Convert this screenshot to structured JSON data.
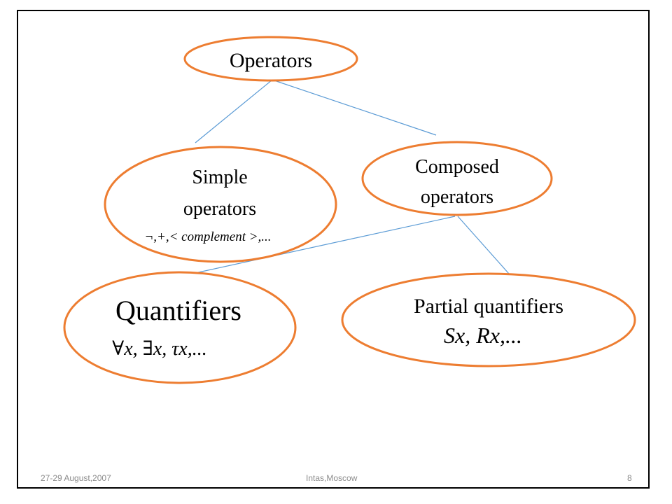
{
  "nodes": {
    "operators": {
      "label": "Operators"
    },
    "simple": {
      "line1": "Simple",
      "line2": "operators",
      "formula": "¬,+,< complement >,..."
    },
    "composed": {
      "line1": "Composed",
      "line2": "operators"
    },
    "quantifiers": {
      "label": "Quantifiers",
      "formula": "∀x, ∃x, τx,..."
    },
    "partial": {
      "label": "Partial quantifiers",
      "formula": "Sx, Rx,..."
    }
  },
  "colors": {
    "node_border": "#ED7D31",
    "edge": "#5B9BD5"
  },
  "footer": {
    "date": "27-29 August,2007",
    "place": "Intas,Moscow",
    "page": "8"
  }
}
